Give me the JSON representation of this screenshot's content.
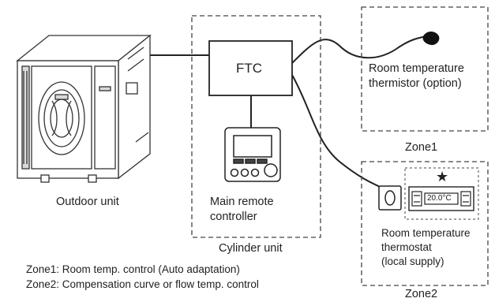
{
  "outdoor_unit": {
    "label": "Outdoor unit"
  },
  "cylinder_unit": {
    "label": "Cylinder unit",
    "ftc_label": "FTC",
    "remote_label_line1": "Main remote",
    "remote_label_line2": "controller"
  },
  "zone1": {
    "name": "Zone1",
    "sensor_line1": "Room temperature",
    "sensor_line2": "thermistor (option)"
  },
  "zone2": {
    "name": "Zone2",
    "thermostat_line1": "Room temperature",
    "thermostat_line2": "thermostat",
    "thermostat_line3": "(local supply)",
    "display_value": "20.0°C",
    "star": "★"
  },
  "legend": {
    "zone1": "Zone1: Room temp. control (Auto adaptation)",
    "zone2": "Zone2: Compensation curve or flow temp. control"
  }
}
